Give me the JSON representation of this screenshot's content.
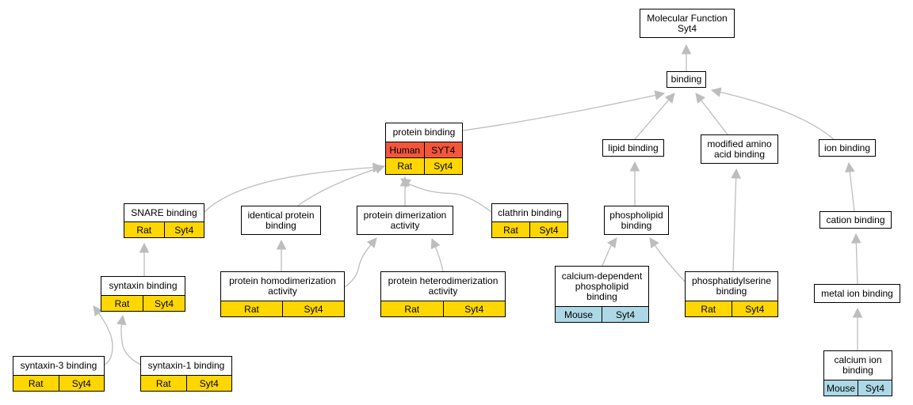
{
  "colors": {
    "rat": "#ffd700",
    "human": "#f4563b",
    "mouse": "#add8e6",
    "edge": "#bdbdbd"
  },
  "nodes": {
    "molecular_function": {
      "title": "Molecular Function\nSyt4"
    },
    "binding": {
      "title": "binding"
    },
    "protein_binding": {
      "title": "protein binding",
      "rows": [
        {
          "species": "Human",
          "gene": "SYT4",
          "color": "red"
        },
        {
          "species": "Rat",
          "gene": "Syt4",
          "color": "gold"
        }
      ]
    },
    "lipid_binding": {
      "title": "lipid binding"
    },
    "modified_amino_acid_binding": {
      "title": "modified amino\nacid binding"
    },
    "ion_binding": {
      "title": "ion binding"
    },
    "snare_binding": {
      "title": "SNARE binding",
      "rows": [
        {
          "species": "Rat",
          "gene": "Syt4",
          "color": "gold"
        }
      ]
    },
    "identical_protein_binding": {
      "title": "identical protein\nbinding"
    },
    "protein_dimerization_activity": {
      "title": "protein dimerization\nactivity"
    },
    "clathrin_binding": {
      "title": "clathrin binding",
      "rows": [
        {
          "species": "Rat",
          "gene": "Syt4",
          "color": "gold"
        }
      ]
    },
    "phospholipid_binding": {
      "title": "phospholipid\nbinding"
    },
    "cation_binding": {
      "title": "cation binding"
    },
    "syntaxin_binding": {
      "title": "syntaxin binding",
      "rows": [
        {
          "species": "Rat",
          "gene": "Syt4",
          "color": "gold"
        }
      ]
    },
    "protein_homodimerization_activity": {
      "title": "protein homodimerization\nactivity",
      "rows": [
        {
          "species": "Rat",
          "gene": "Syt4",
          "color": "gold"
        }
      ]
    },
    "protein_heterodimerization_activity": {
      "title": "protein heterodimerization\nactivity",
      "rows": [
        {
          "species": "Rat",
          "gene": "Syt4",
          "color": "gold"
        }
      ]
    },
    "calcium_dependent_phospholipid_binding": {
      "title": "calcium-dependent\nphospholipid\nbinding",
      "rows": [
        {
          "species": "Mouse",
          "gene": "Syt4",
          "color": "blue"
        }
      ]
    },
    "phosphatidylserine_binding": {
      "title": "phosphatidylserine\nbinding",
      "rows": [
        {
          "species": "Rat",
          "gene": "Syt4",
          "color": "gold"
        }
      ]
    },
    "metal_ion_binding": {
      "title": "metal ion binding"
    },
    "syntaxin_3_binding": {
      "title": "syntaxin-3 binding",
      "rows": [
        {
          "species": "Rat",
          "gene": "Syt4",
          "color": "gold"
        }
      ]
    },
    "syntaxin_1_binding": {
      "title": "syntaxin-1 binding",
      "rows": [
        {
          "species": "Rat",
          "gene": "Syt4",
          "color": "gold"
        }
      ]
    },
    "calcium_ion_binding": {
      "title": "calcium ion\nbinding",
      "rows": [
        {
          "species": "Mouse",
          "gene": "Syt4",
          "color": "blue"
        }
      ]
    }
  },
  "edges": [
    {
      "from": "binding",
      "to": "molecular_function"
    },
    {
      "from": "protein_binding",
      "to": "binding"
    },
    {
      "from": "lipid_binding",
      "to": "binding"
    },
    {
      "from": "modified_amino_acid_binding",
      "to": "binding"
    },
    {
      "from": "ion_binding",
      "to": "binding"
    },
    {
      "from": "snare_binding",
      "to": "protein_binding"
    },
    {
      "from": "identical_protein_binding",
      "to": "protein_binding"
    },
    {
      "from": "protein_dimerization_activity",
      "to": "protein_binding"
    },
    {
      "from": "clathrin_binding",
      "to": "protein_binding"
    },
    {
      "from": "syntaxin_binding",
      "to": "snare_binding"
    },
    {
      "from": "protein_homodimerization_activity",
      "to": "identical_protein_binding"
    },
    {
      "from": "protein_homodimerization_activity",
      "to": "protein_dimerization_activity"
    },
    {
      "from": "protein_heterodimerization_activity",
      "to": "protein_dimerization_activity"
    },
    {
      "from": "phospholipid_binding",
      "to": "lipid_binding"
    },
    {
      "from": "calcium_dependent_phospholipid_binding",
      "to": "phospholipid_binding"
    },
    {
      "from": "phosphatidylserine_binding",
      "to": "phospholipid_binding"
    },
    {
      "from": "phosphatidylserine_binding",
      "to": "modified_amino_acid_binding"
    },
    {
      "from": "cation_binding",
      "to": "ion_binding"
    },
    {
      "from": "metal_ion_binding",
      "to": "cation_binding"
    },
    {
      "from": "calcium_ion_binding",
      "to": "metal_ion_binding"
    },
    {
      "from": "syntaxin_3_binding",
      "to": "syntaxin_binding"
    },
    {
      "from": "syntaxin_1_binding",
      "to": "syntaxin_binding"
    }
  ]
}
